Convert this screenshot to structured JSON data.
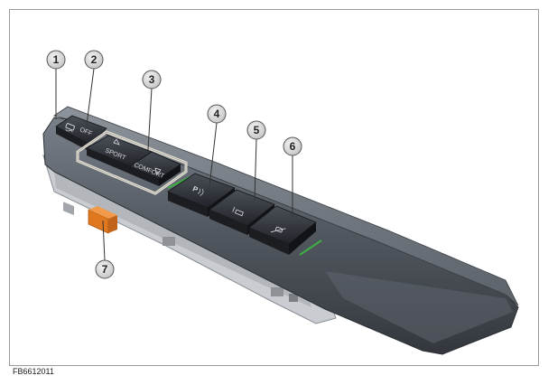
{
  "figure_code": "FB6612011",
  "callouts": [
    "1",
    "2",
    "3",
    "4",
    "5",
    "6",
    "7"
  ],
  "button_labels": {
    "dsc_off": "OFF",
    "sport": "SPORT",
    "comfort": "COMFORT"
  },
  "icons": {
    "dsc_off": "dsc-car-skid-icon",
    "sport_arrow": "triangle-up-icon",
    "comfort_arrow": "triangle-down-icon",
    "park_distance": "pdc-parking-icon",
    "park_assist": "park-assist-icon",
    "hill_descent": "hill-descent-control-icon"
  },
  "colors": {
    "console_body": "#4a5058",
    "console_dark": "#2c3036",
    "highlight_frame": "#e8e4d8",
    "connector_orange": "#e07820",
    "led_green": "#3cb043",
    "callout_fill": "#d9d9d9"
  }
}
